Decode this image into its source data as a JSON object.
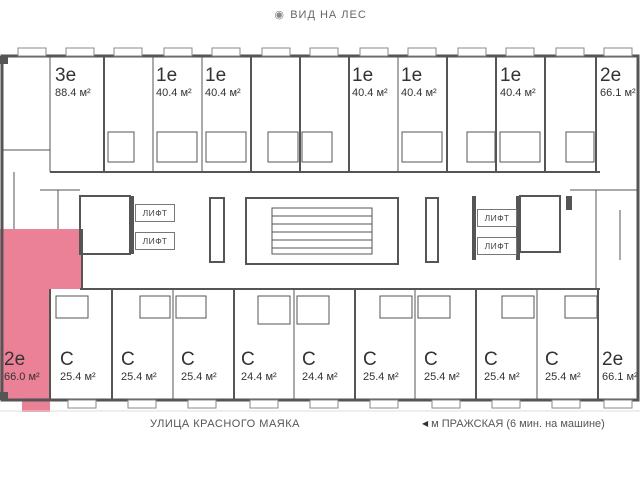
{
  "view_label": "ВИД НА ЛЕС",
  "street_label": "УЛИЦА КРАСНОГО МАЯКА",
  "metro_label": "м ПРАЖСКАЯ (6 мин. на машине)",
  "lift_label": "ЛИФТ",
  "highlight_color": "#e8738b",
  "icons": {
    "view": "eye-icon",
    "metro": "metro-marker-icon"
  },
  "top_apartments": [
    {
      "type": "3e",
      "area": "88.4 м²"
    },
    {
      "type": "1e",
      "area": "40.4 м²"
    },
    {
      "type": "1e",
      "area": "40.4 м²"
    },
    {
      "type": "1e",
      "area": "40.4 м²"
    },
    {
      "type": "1e",
      "area": "40.4 м²"
    },
    {
      "type": "1e",
      "area": "40.4 м²"
    },
    {
      "type": "2e",
      "area": "66.1 м²"
    }
  ],
  "bottom_apartments": [
    {
      "type": "2e",
      "area": "66.0 м²",
      "highlighted": true
    },
    {
      "type": "С",
      "area": "25.4 м²"
    },
    {
      "type": "С",
      "area": "25.4 м²"
    },
    {
      "type": "С",
      "area": "25.4 м²"
    },
    {
      "type": "С",
      "area": "24.4 м²"
    },
    {
      "type": "С",
      "area": "24.4 м²"
    },
    {
      "type": "С",
      "area": "25.4 м²"
    },
    {
      "type": "С",
      "area": "25.4 м²"
    },
    {
      "type": "С",
      "area": "25.4 м²"
    },
    {
      "type": "С",
      "area": "25.4 м²"
    },
    {
      "type": "2e",
      "area": "66.1 м²"
    }
  ]
}
